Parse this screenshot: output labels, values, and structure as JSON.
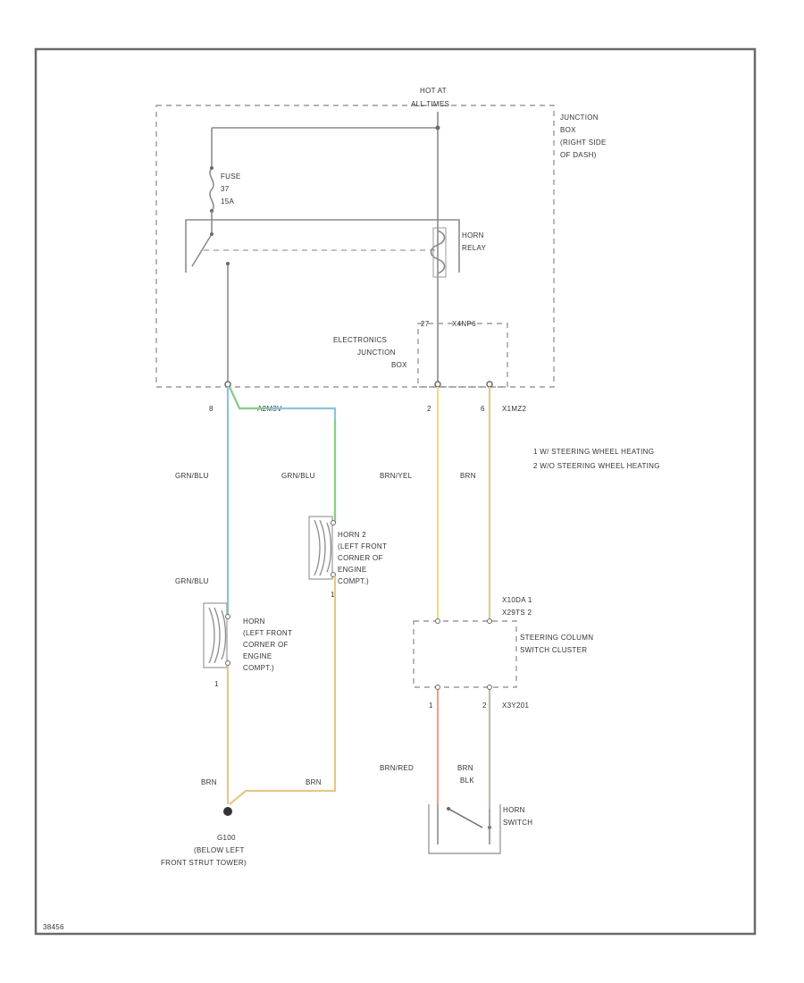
{
  "hot_label": [
    "HOT AT",
    "ALL TIMES"
  ],
  "junction_box": [
    "JUNCTION",
    "BOX",
    "(RIGHT SIDE",
    "OF DASH)"
  ],
  "fuse": [
    "FUSE",
    "37",
    "15A"
  ],
  "horn_relay": [
    "HORN",
    "RELAY"
  ],
  "ejb_connector": "X4NP6",
  "ejb_pin": "27",
  "ejb_label": [
    "ELECTRONICS",
    "JUNCTION",
    "BOX"
  ],
  "pin_a": "8",
  "connector_a": "A2M3V",
  "pin_b": "2",
  "pin_c": "6",
  "connector_c": "X1MZ2",
  "notes": [
    "1  W/ STEERING WHEEL HEATING",
    "2  W/O STEERING WHEEL HEATING"
  ],
  "wire_grn_blu_1": "GRN/BLU",
  "wire_grn_blu_2": "GRN/BLU",
  "wire_grn_blu_3": "GRN/BLU",
  "wire_brn_yel": "BRN/YEL",
  "wire_brn_1": "BRN",
  "horn2": [
    "HORN 2",
    "(LEFT FRONT",
    "CORNER OF",
    "ENGINE",
    "COMPT.)"
  ],
  "horn1": [
    "HORN",
    "(LEFT FRONT",
    "CORNER OF",
    "ENGINE",
    "COMPT.)"
  ],
  "horn2_pin": "1",
  "horn1_pin": "1",
  "scs_connectors": [
    "X10DA 1",
    "X29TS 2"
  ],
  "scs_label": [
    "STEERING COLUMN",
    "SWITCH CLUSTER"
  ],
  "scs_pin_left": "1",
  "scs_pin_right": "2",
  "scs_bottom_connector": "X3Y201",
  "wire_brn_left": "BRN",
  "wire_brn_right": "BRN",
  "wire_brn_red": "BRN/RED",
  "wire_brn_blk": [
    "BRN",
    "BLK"
  ],
  "horn_switch": [
    "HORN",
    "SWITCH"
  ],
  "ground": [
    "G100",
    "(BELOW LEFT",
    "FRONT STRUT TOWER)"
  ],
  "page_code": "38456",
  "colors": {
    "grn_blu": "#8cc4d8",
    "grn": "#8ccc88",
    "yellow": "#f0dc7c",
    "brn": "#e4c88a",
    "red": "#f0a088",
    "frame": "#6a6a6a"
  }
}
